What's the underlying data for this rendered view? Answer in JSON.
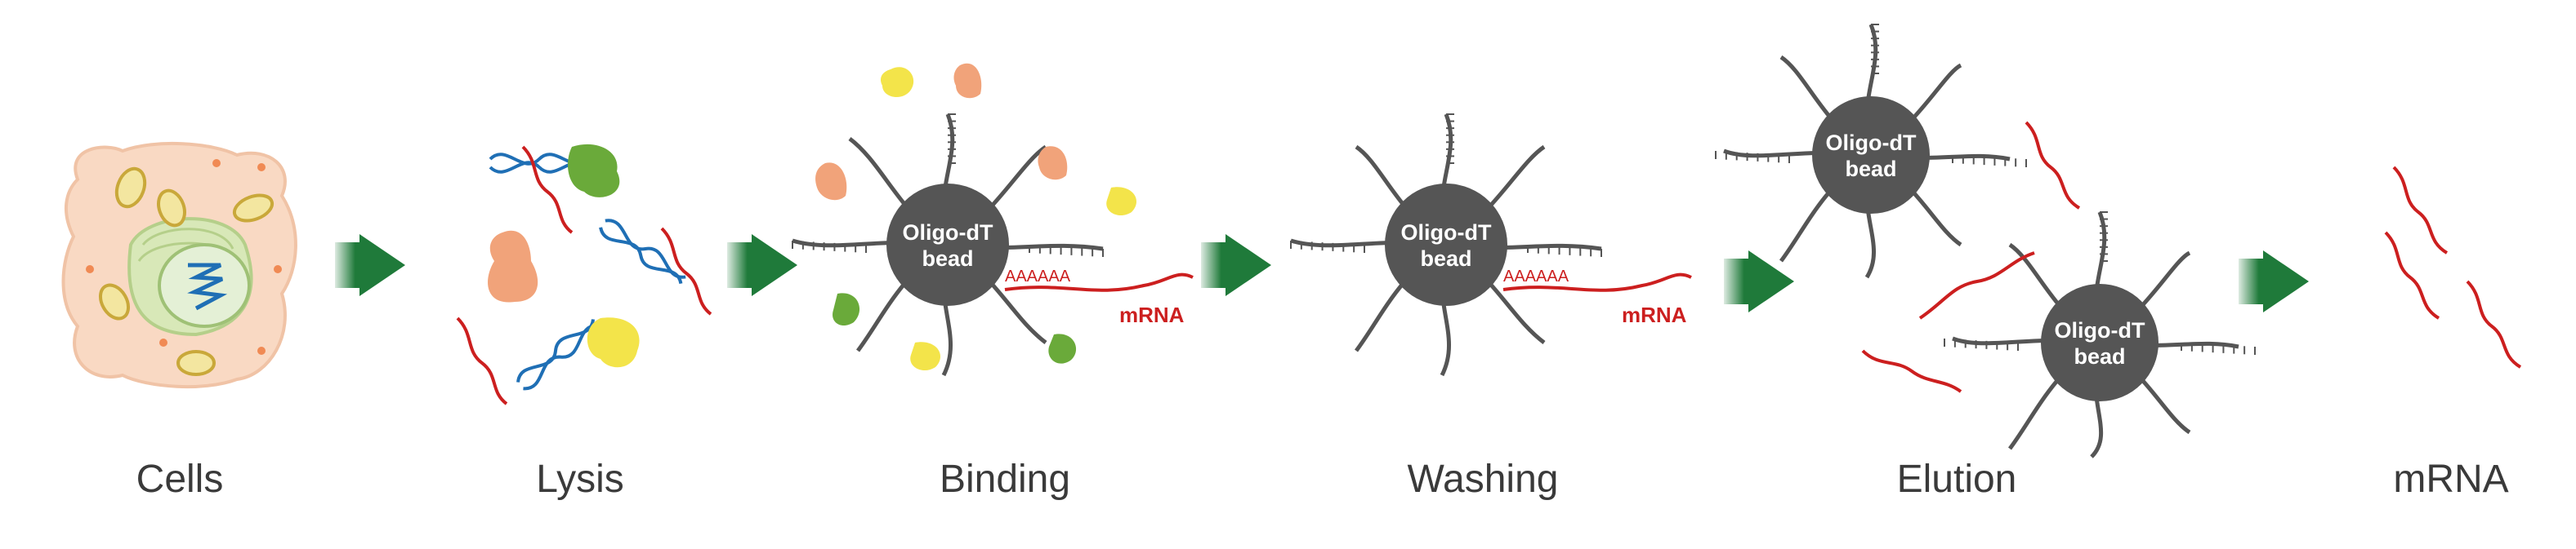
{
  "steps": [
    {
      "label": "Cells"
    },
    {
      "label": "Lysis"
    },
    {
      "label": "Binding"
    },
    {
      "label": "Washing"
    },
    {
      "label": "Elution"
    },
    {
      "label": "mRNA"
    }
  ],
  "bead": {
    "line1": "Oligo-dT",
    "line2": "bead"
  },
  "mrna_label": "mRNA",
  "polyA_text": "AAAAAA",
  "colors": {
    "bead": "#555555",
    "mrna": "#cc1f1f",
    "dna": "#1f6fb5",
    "arrow": "#1f7a3a",
    "cell_fill": "#f9d9c3",
    "protein_green": "#6aaa3a",
    "protein_yellow": "#f3e44a",
    "protein_orange": "#f1a37a"
  }
}
